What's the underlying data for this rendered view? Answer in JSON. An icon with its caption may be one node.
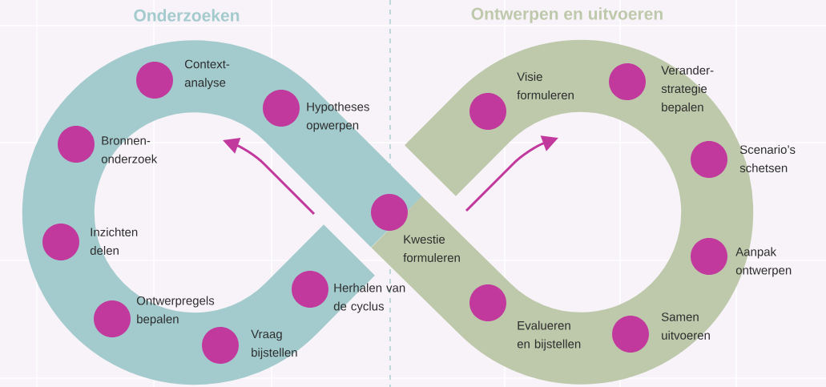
{
  "diagram": {
    "nodes": [
      {
        "text": [],
        "shape": "circle",
        "beside": [
          "Context- analyse"
        ]
      },
      {
        "text": [],
        "shape": "circle",
        "beside": [
          "Hypotheses opwerpen"
        ]
      },
      {
        "text": [],
        "shape": "circle",
        "beside": [
          "Bronnen- onderzoek"
        ]
      },
      {
        "text": [],
        "shape": "circle",
        "beside": [
          "Inzichten delen"
        ]
      },
      {
        "text": [],
        "shape": "circle",
        "beside": [
          "Ontwerpregels bepalen"
        ]
      },
      {
        "text": [],
        "shape": "circle",
        "beside": [
          "Vraag bijstellen"
        ]
      },
      {
        "text": [],
        "shape": "circle",
        "beside": [
          "Herhalen van de cyclus"
        ]
      },
      {
        "text": [],
        "shape": "circle",
        "beside": [
          "Kwestie formuleren"
        ]
      },
      {
        "text": [],
        "shape": "circle",
        "beside": [
          "Visie formuleren"
        ]
      },
      {
        "text": [],
        "shape": "circle",
        "beside": [
          "Verander- strategie bepalen"
        ]
      },
      {
        "text": [],
        "shape": "circle",
        "beside": [
          "Scenario’s schetsen"
        ]
      },
      {
        "text": [],
        "shape": "circle",
        "beside": [
          "Aanpak ontwerpen"
        ]
      },
      {
        "text": [],
        "shape": "circle",
        "beside": [
          "Evalueren en bijstellen"
        ]
      },
      {
        "text": [],
        "shape": "circle",
        "beside": [
          "Samen uitvoeren"
        ]
      }
    ],
    "labels": [
      "Onderzoeken",
      "Ontwerpen en uitvoeren"
    ]
  }
}
